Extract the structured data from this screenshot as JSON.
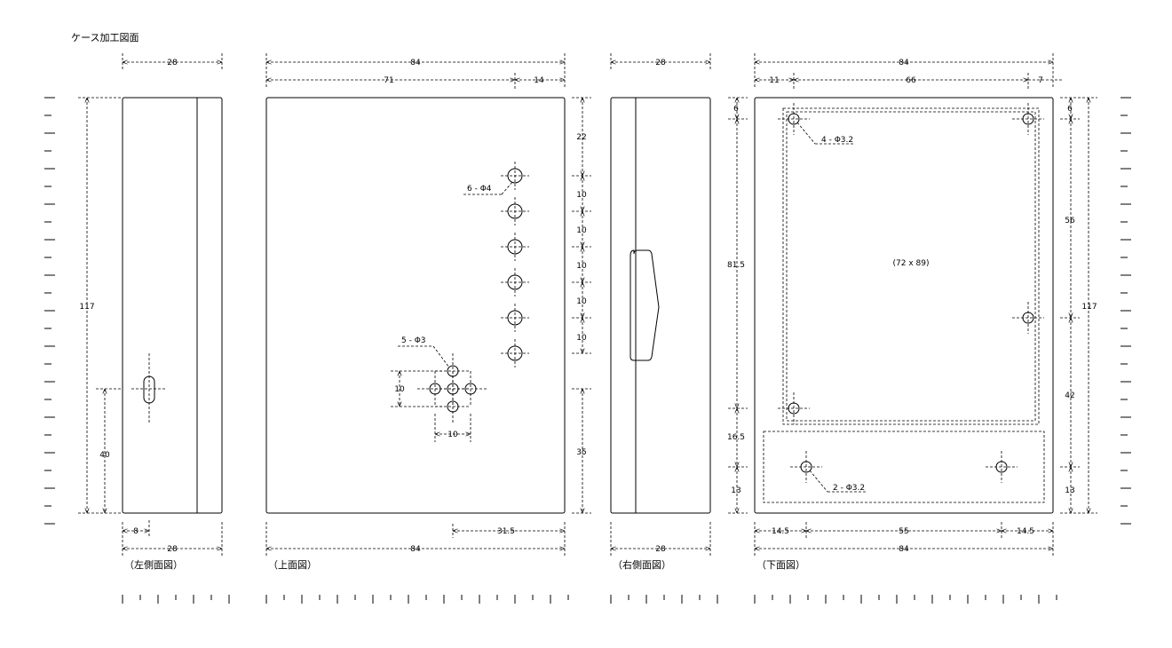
{
  "title": "ケース加工図面",
  "views": {
    "left": "（左側面図）",
    "top": "（上面図）",
    "right": "（右側面図）",
    "bottom": "（下面図）"
  },
  "dims": {
    "l_w_top": "28",
    "l_h": "117",
    "l_40": "40",
    "l_8": "8",
    "l_w_bot": "28",
    "t_w_top": "84",
    "t_71": "71",
    "t_14": "14",
    "t_22": "22",
    "t_10a": "10",
    "t_10b": "10",
    "t_10c": "10",
    "t_10d": "10",
    "t_10e": "10",
    "t_35": "35",
    "t_10v": "10",
    "t_10h": "10",
    "t_315": "31.5",
    "t_w_bot": "84",
    "r_w_top": "28",
    "r_w_bot": "28",
    "b_w_top": "84",
    "b_11": "11",
    "b_66": "66",
    "b_7": "7",
    "b_6l": "6",
    "b_815": "81.5",
    "b_165": "16.5",
    "b_13l": "13",
    "b_6r": "6",
    "b_56": "56",
    "b_42": "42",
    "b_13r": "13",
    "b_117": "117",
    "b_145l": "14.5",
    "b_55": "55",
    "b_145r": "14.5",
    "b_w_bot": "84"
  },
  "notes": {
    "holes_6": "6 - Φ4",
    "holes_5": "5 - Φ3",
    "holes_4": "4 - Φ3.2",
    "area": "(72 x 89)",
    "holes_2": "2 - Φ3.2"
  }
}
